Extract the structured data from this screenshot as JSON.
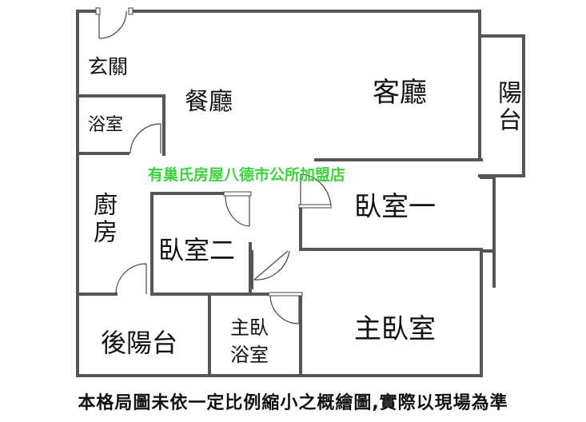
{
  "rooms": {
    "entrance": "玄關",
    "dining": "餐廳",
    "living": "客廳",
    "balcony": "陽台",
    "bathroom": "浴室",
    "kitchen": "廚房",
    "bedroom_one": "臥室一",
    "bedroom_two": "臥室二",
    "rear_balcony": "後陽台",
    "master_bath": "主臥浴室",
    "master_bedroom": "主臥室"
  },
  "watermark": "有巢氏房屋八德市公所加盟店",
  "footnote": "本格局圖未依一定比例縮小之概繪圖,實際以現場為準",
  "colors": {
    "wall": "#555555",
    "watermark": "#3cd23c",
    "text": "#111111"
  }
}
